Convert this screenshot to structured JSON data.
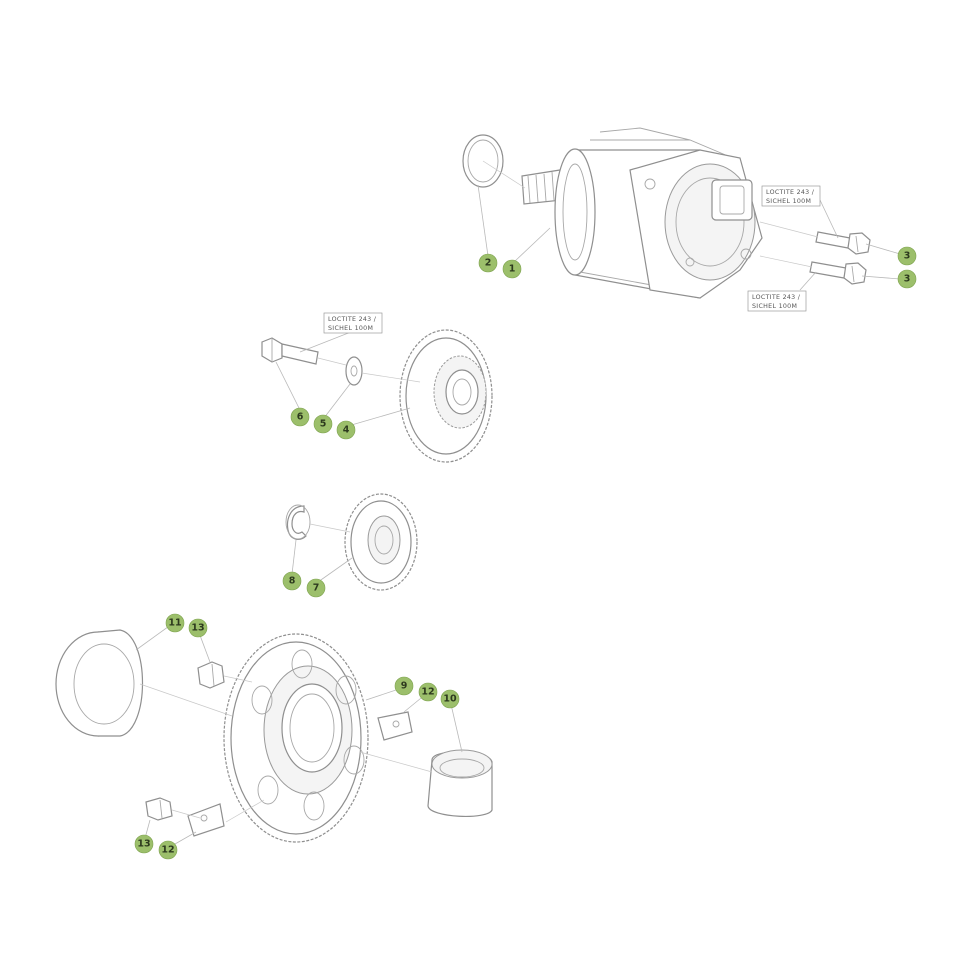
{
  "colors": {
    "callout": "#9cbf6b",
    "line": "#8f8f8f",
    "background": "#ffffff"
  },
  "notes": [
    {
      "id": "note-1",
      "line1": "LOCTITE 243 /",
      "line2": "SICHEL 100M"
    },
    {
      "id": "note-2",
      "line1": "LOCTITE 243 /",
      "line2": "SICHEL 100M"
    },
    {
      "id": "note-3",
      "line1": "LOCTITE 243 /",
      "line2": "SICHEL 100M"
    }
  ],
  "callouts": [
    "1",
    "2",
    "3",
    "3",
    "4",
    "5",
    "6",
    "7",
    "8",
    "9",
    "10",
    "11",
    "12",
    "12",
    "13",
    "13"
  ]
}
